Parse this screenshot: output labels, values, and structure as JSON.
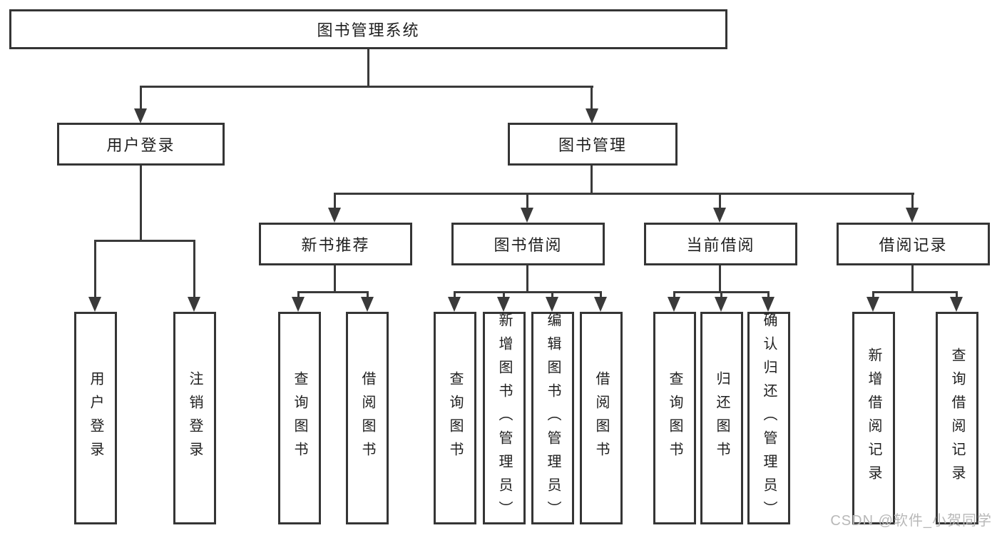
{
  "diagram": {
    "root": {
      "label": "图书管理系统"
    },
    "level1": [
      {
        "label": "用户登录"
      },
      {
        "label": "图书管理"
      }
    ],
    "level2": [
      {
        "label": "新书推荐"
      },
      {
        "label": "图书借阅"
      },
      {
        "label": "当前借阅"
      },
      {
        "label": "借阅记录"
      }
    ],
    "leaves": {
      "user_login": [
        "用户登录",
        "注销登录"
      ],
      "new_book": [
        "查询图书",
        "借阅图书"
      ],
      "book_borrow": [
        "查询图书",
        "新增图书（管理员）",
        "编辑图书（管理员）",
        "借阅图书"
      ],
      "current_borrow": [
        "查询图书",
        "归还图书",
        "确认归还（管理员）"
      ],
      "borrow_record": [
        "新增借阅记录",
        "查询借阅记录"
      ]
    }
  },
  "watermark": {
    "text": "CSDN @软件_小贺同学"
  },
  "colors": {
    "line": "#3a3a3a",
    "border": "#353535",
    "text": "#1f1f1f",
    "watermark": "#b8b8b8",
    "background": "#ffffff"
  }
}
